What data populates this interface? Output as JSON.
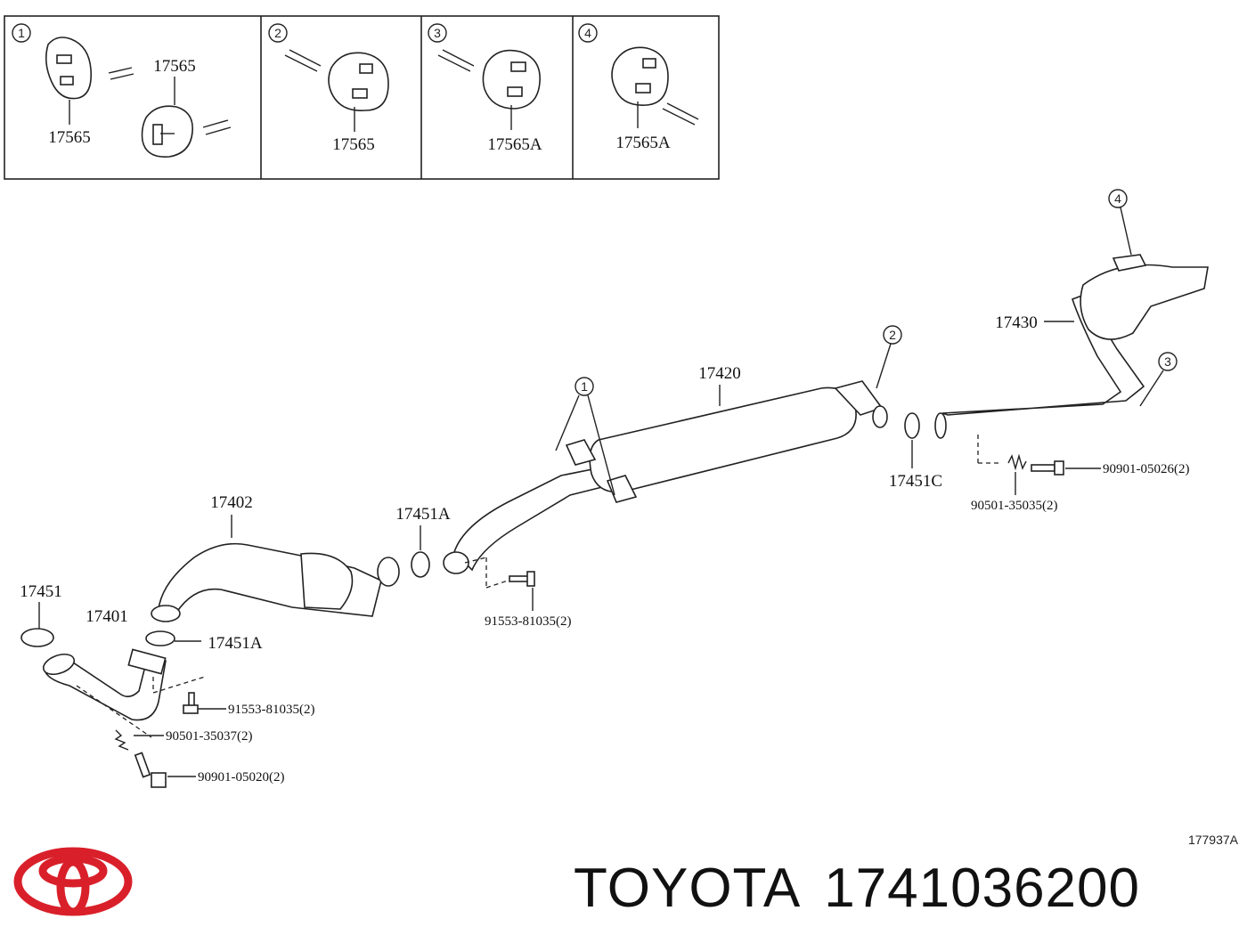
{
  "brand": {
    "name": "TOYOTA",
    "part_number": "1741036200",
    "logo_color": "#D9202A"
  },
  "diagram_ref": "177937A",
  "insets": [
    {
      "number": "1",
      "labels": [
        "17565",
        "17565"
      ]
    },
    {
      "number": "2",
      "labels": [
        "17565"
      ]
    },
    {
      "number": "3",
      "labels": [
        "17565A"
      ]
    },
    {
      "number": "4",
      "labels": [
        "17565A"
      ]
    }
  ],
  "callouts": {
    "c1": "1",
    "c2": "2",
    "c3": "3",
    "c4": "4"
  },
  "parts": {
    "p17402": "17402",
    "p17420": "17420",
    "p17430": "17430",
    "p17451": "17451",
    "p17401": "17401",
    "p17451A_top": "17451A",
    "p17451A_bottom": "17451A",
    "p17451C": "17451C"
  },
  "fasteners": {
    "f1": "90901-05026(2)",
    "f2": "90501-35035(2)",
    "f3": "91553-81035(2)",
    "f4": "91553-81035(2)",
    "f5": "90501-35037(2)",
    "f6": "90901-05020(2)"
  }
}
